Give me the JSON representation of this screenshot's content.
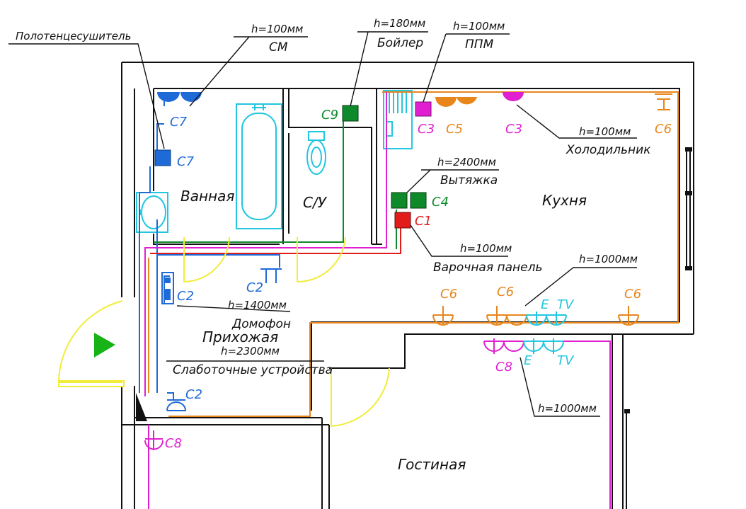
{
  "colors": {
    "wall": "#111111",
    "blue": "#1e6ad6",
    "orange": "#e8861c",
    "magenta": "#e020d0",
    "red": "#e21b1b",
    "green": "#0f8a2a",
    "cyan": "#22c6e0",
    "yellow": "#f2ec3a",
    "arrow": "#17b317"
  },
  "rooms": {
    "bathroom": "Ванная",
    "toilet": "С/У",
    "kitchen": "Кухня",
    "hallway": "Прихожая",
    "living": "Гостиная"
  },
  "callouts": {
    "towel_dryer": "Полотенцесушитель",
    "washer_h": "h=100мм",
    "washer": "СМ",
    "boiler_h": "h=180мм",
    "boiler": "Бойлер",
    "dishwasher_h": "h=100мм",
    "dishwasher": "ППМ",
    "fridge_h": "h=100мм",
    "fridge": "Холодильник",
    "hood_h": "h=2400мм",
    "hood": "Вытяжка",
    "cooktop_h": "h=100мм",
    "cooktop": "Варочная панель",
    "kitchen_sockets_h": "h=1000мм",
    "intercom_h": "h=1400мм",
    "intercom": "Домофон",
    "lowcurrent_h": "h=2300мм",
    "lowcurrent": "Слаботочные устройства",
    "living_sockets_h": "h=1000мм"
  },
  "codes": {
    "c7_top": "С7",
    "c7_mid": "С7",
    "c9": "С9",
    "c3_left": "С3",
    "c5": "С5",
    "c3_right": "С3",
    "c6_corner": "С6",
    "c4": "С4",
    "c1": "С1",
    "c2_upper": "С2",
    "c2_intercom": "С2",
    "c2_lower": "С2",
    "c6_a": "С6",
    "c6_b": "С6",
    "c6_c": "С6",
    "e_kitchen": "E",
    "tv_kitchen": "TV",
    "c8_living": "С8",
    "e_living": "E",
    "tv_living": "TV",
    "c8_bottom": "С8"
  }
}
